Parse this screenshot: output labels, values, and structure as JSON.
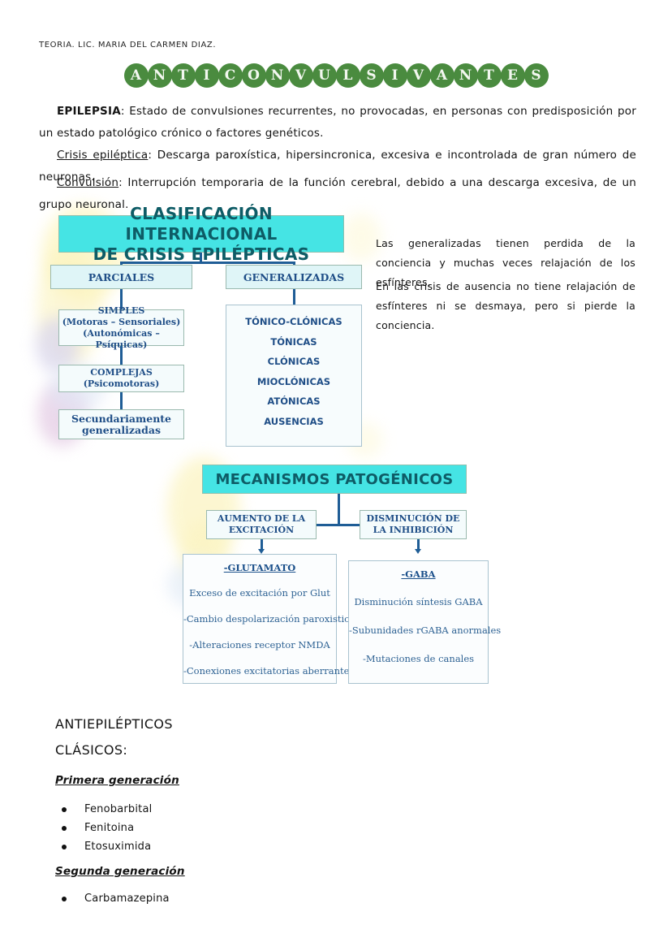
{
  "document": {
    "author_line": "TEORIA. LIC. MARIA DEL CARMEN DIAZ.",
    "title": "ANTICONVULSIVANTES",
    "title_bubble_color": "#4a8b3f"
  },
  "definitions": {
    "epilepsia_term": "EPILEPSIA",
    "epilepsia_text": ": Estado de convulsiones recurrentes, no provocadas, en personas con predisposición por un estado patológico crónico o factores genéticos.",
    "crisis_term": "Crisis epiléptica",
    "crisis_text": ": Descarga paroxística, hipersincronica, excesiva e incontrolada de gran número de neuronas.",
    "convulsion_term": "Convulsión",
    "convulsion_text": ": Interrupción temporaria de la función cerebral, debido a una descarga excesiva, de un grupo neuronal."
  },
  "diagram1": {
    "header": "CLASIFICACIÓN INTERNACIONAL DE CRISIS EPILÉPTICAS",
    "header_line1": "CLASIFICACIÓN INTERNACIONAL",
    "header_line2": "DE CRISIS EPILÉPTICAS",
    "branch_left": "PARCIALES",
    "branch_right": "GENERALIZADAS",
    "simples_l1": "SIMPLES",
    "simples_l2": "(Motoras – Sensoriales)",
    "simples_l3": "(Autonómicas – Psíquicas)",
    "complejas_l1": "COMPLEJAS",
    "complejas_l2": "(Psicomotoras)",
    "secundarias_l1": "Secundariamente",
    "secundarias_l2": "generalizadas",
    "generalizadas_items": [
      "TÓNICO-CLÓNICAS",
      "TÓNICAS",
      "CLÓNICAS",
      "MIOCLÓNICAS",
      "ATÓNICAS",
      "AUSENCIAS"
    ]
  },
  "sidenote": {
    "p1": "Las generalizadas tienen perdida de la conciencia y muchas veces relajación de los esfínteres,",
    "p2": "En las crisis de ausencia no tiene relajación de esfínteres ni se desmaya, pero si pierde la conciencia."
  },
  "diagram2": {
    "header": "MECANISMOS PATOGÉNICOS",
    "left_box_l1": "AUMENTO DE LA",
    "left_box_l2": "EXCITACIÓN",
    "right_box_l1": "DISMINUCIÓN DE",
    "right_box_l2": "LA INHIBICIÓN",
    "glutamato_title": "-GLUTAMATO",
    "glutamato_items": [
      "Exceso de excitación por Glut",
      "-Cambio despolarización paroxistica",
      "-Alteraciones receptor NMDA",
      "-Conexiones excitatorias aberrantes"
    ],
    "gaba_title": "-GABA",
    "gaba_items": [
      "Disminución síntesis GABA",
      "-Subunidades rGABA anormales",
      "-Mutaciones de canales"
    ]
  },
  "drugs": {
    "heading1": "ANTIEPILÉPTICOS",
    "heading2": "CLÁSICOS:",
    "group1": "Primera generación",
    "group1_items": [
      "Fenobarbital",
      "Fenitoina",
      "Etosuximida"
    ],
    "group2": "Segunda generación",
    "group2_items": [
      "Carbamazepina"
    ]
  }
}
